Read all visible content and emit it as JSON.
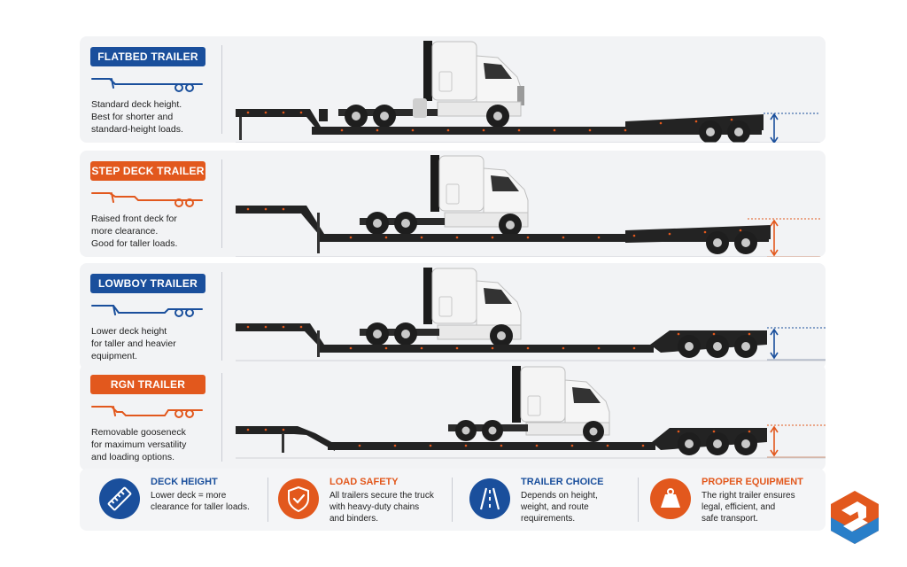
{
  "colors": {
    "blue": "#1a4f9c",
    "orange": "#e2581d",
    "panel": "#f2f3f5",
    "trailer": "#222222"
  },
  "trailers": [
    {
      "title": "FLATBED TRAILER",
      "accent": "#1a4f9c",
      "desc": [
        "Standard deck height.",
        "Best for shorter and",
        "standard-height loads."
      ]
    },
    {
      "title": "STEP DECK TRAILER",
      "accent": "#e2581d",
      "desc": [
        "Raised front deck for",
        "more clearance.",
        "Good for taller loads."
      ]
    },
    {
      "title": "LOWBOY TRAILER",
      "accent": "#1a4f9c",
      "desc": [
        "Lower deck height",
        "for taller and heavier",
        "equipment."
      ]
    },
    {
      "title": "RGN TRAILER",
      "accent": "#e2581d",
      "desc": [
        "Removable gooseneck",
        "for maximum versatility",
        "and loading options."
      ]
    }
  ],
  "features": [
    {
      "title": "DECK HEIGHT",
      "accent": "#1a4f9c",
      "icon": "ruler-icon",
      "desc": [
        "Lower deck = more",
        "clearance for taller loads."
      ]
    },
    {
      "title": "LOAD SAFETY",
      "accent": "#e2581d",
      "icon": "shield-check-icon",
      "desc": [
        "All trailers secure the truck",
        "with heavy-duty chains",
        "and binders."
      ]
    },
    {
      "title": "TRAILER CHOICE",
      "accent": "#1a4f9c",
      "icon": "road-icon",
      "desc": [
        "Depends on height,",
        "weight, and route",
        "requirements."
      ]
    },
    {
      "title": "PROPER EQUIPMENT",
      "accent": "#e2581d",
      "icon": "weight-icon",
      "desc": [
        "The right trailer ensures",
        "legal, efficient, and",
        "safe transport."
      ]
    }
  ]
}
